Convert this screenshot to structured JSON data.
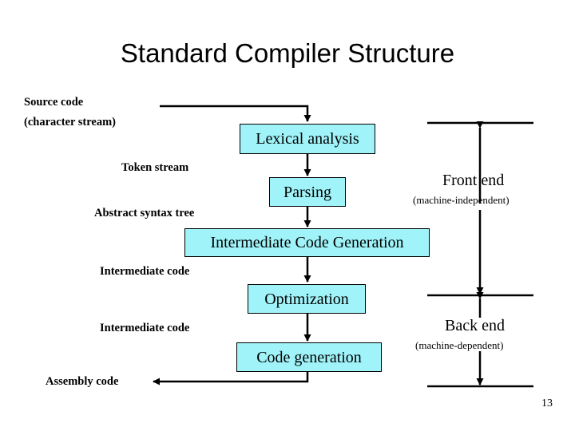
{
  "slide": {
    "title": "Standard Compiler Structure",
    "page_number": "13",
    "accent_box_color": "#9ff3f9",
    "line_color": "#000000"
  },
  "boxes": [
    {
      "id": "lexical",
      "label": "Lexical analysis"
    },
    {
      "id": "parsing",
      "label": "Parsing"
    },
    {
      "id": "icgen",
      "label": "Intermediate Code Generation"
    },
    {
      "id": "optimization",
      "label": "Optimization"
    },
    {
      "id": "codegen",
      "label": "Code generation"
    }
  ],
  "labels": [
    {
      "id": "source-code-line1",
      "text": "Source code"
    },
    {
      "id": "source-code-line2",
      "text": "(character stream)"
    },
    {
      "id": "token-stream",
      "text": "Token stream"
    },
    {
      "id": "abstract-syntax-tree",
      "text": "Abstract syntax tree"
    },
    {
      "id": "intermediate-code-1",
      "text": "Intermediate code"
    },
    {
      "id": "intermediate-code-2",
      "text": "Intermediate code"
    },
    {
      "id": "assembly-code",
      "text": "Assembly code"
    }
  ],
  "brackets": [
    {
      "id": "front-end",
      "label": "Front end",
      "sub": "(machine-independent)"
    },
    {
      "id": "back-end",
      "label": "Back end",
      "sub": "(machine-dependent)"
    }
  ]
}
